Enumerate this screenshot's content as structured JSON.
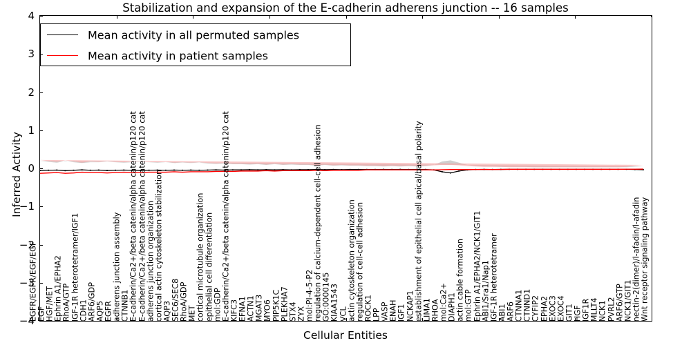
{
  "chart_data": {
    "type": "line",
    "title": "Stabilization and expansion of the E-cadherin adherens junction -- 16 samples",
    "xlabel": "Cellular Entities",
    "ylabel": "Inferred Activity",
    "ylim": [
      -4,
      4
    ],
    "yticks": [
      "4",
      "3",
      "2",
      "1",
      "0",
      "-1",
      "-2",
      "-3",
      "-4"
    ],
    "grid": false,
    "legend_position": "upper left",
    "legend": [
      {
        "label": "Mean activity in all permuted samples",
        "color": "#000000"
      },
      {
        "label": "Mean activity in patient samples",
        "color": "#ff0000"
      }
    ],
    "categories": [
      "EGFR/EGFR/EGF/EGF",
      "EGF",
      "HGF/MET",
      "Ephrin A1/EPHA2",
      "RhoA/GTP",
      "IGF-1R heterotetramer/IGF1",
      "CDH1",
      "ARF6/GDP",
      "AQP5",
      "EGFR",
      "adherens junction assembly",
      "CTNNB1",
      "E-cadherin/Ca2+/beta catenin/alpha catenin/p120 cat",
      "E-cadherin/Ca2+/beta catenin/alpha catenin/p120 cat",
      "adherens junction organization",
      "cortical actin cytoskeleton stabilization",
      "AQP3",
      "SEC6/SEC8",
      "RhoA/GDP",
      "MET",
      "cortical microtubule organization",
      "epithelial cell differentiation",
      "mol:GDP",
      "E-cadherin/Ca2+/beta catenin/alpha catenin/p120 cat",
      "KIFC3",
      "EFNA1",
      "ACTN1",
      "MGAT3",
      "MYO6",
      "PIP5K1C",
      "PLEKHA7",
      "STX4",
      "ZYX",
      "mol:PI-4-5-P2",
      "regulation of calcium-dependent cell-cell adhesion",
      "GO:0000145",
      "KIAA1543",
      "VCL",
      "actin cytoskeleton organization",
      "regulation of cell-cell adhesion",
      "ROCK1",
      "LPP",
      "VASP",
      "ENAH",
      "IGF1",
      "NCKAP1",
      "establishment of epithelial cell apical/basal polarity",
      "LIMA1",
      "RHOA",
      "mol:Ca2+",
      "DIAPH1",
      "actin cable formation",
      "mol:GTP",
      "Ephrin A1/EPHA2/NCK1/GIT1",
      "ABI1/Sra1/Nap1",
      "IGF-1R heterotetramer",
      "ABI1",
      "ARF6",
      "CTNNA1",
      "CTNND1",
      "CYFIP2",
      "EPHA2",
      "EXOC3",
      "EXOC4",
      "GIT1",
      "HGF",
      "IGF1R",
      "MLLT4",
      "NCK1",
      "PVRL2",
      "ARF6/GTP",
      "NCK1/GIT1",
      "nectin-2(dimer)/l-afadin/l-afadin",
      "Wnt receptor signaling pathway"
    ],
    "series": [
      {
        "name": "Mean activity in all permuted samples",
        "color": "#000000",
        "band_color": "#bfbfbf",
        "values": [
          -0.055,
          -0.05,
          -0.045,
          -0.06,
          -0.05,
          -0.04,
          -0.05,
          -0.045,
          -0.055,
          -0.05,
          -0.045,
          -0.05,
          -0.055,
          -0.05,
          -0.045,
          -0.05,
          -0.045,
          -0.05,
          -0.045,
          -0.05,
          -0.045,
          -0.04,
          -0.045,
          -0.04,
          -0.04,
          -0.035,
          -0.04,
          -0.035,
          -0.04,
          -0.035,
          -0.04,
          -0.035,
          -0.035,
          -0.03,
          -0.035,
          -0.03,
          -0.035,
          -0.03,
          -0.03,
          -0.03,
          -0.03,
          -0.028,
          -0.03,
          -0.028,
          -0.03,
          -0.028,
          -0.03,
          -0.04,
          -0.09,
          -0.12,
          -0.07,
          -0.04,
          -0.03,
          -0.028,
          -0.03,
          -0.028,
          -0.025,
          -0.025,
          -0.025,
          -0.025,
          -0.025,
          -0.025,
          -0.025,
          -0.025,
          -0.025,
          -0.025,
          -0.025,
          -0.025,
          -0.025,
          -0.025,
          -0.025,
          -0.03,
          -0.035
        ],
        "band_lower": [
          -0.3,
          -0.26,
          -0.24,
          -0.3,
          -0.26,
          -0.22,
          -0.26,
          -0.25,
          -0.27,
          -0.25,
          -0.24,
          -0.26,
          -0.27,
          -0.25,
          -0.23,
          -0.25,
          -0.22,
          -0.24,
          -0.22,
          -0.24,
          -0.21,
          -0.19,
          -0.21,
          -0.18,
          -0.18,
          -0.16,
          -0.17,
          -0.15,
          -0.17,
          -0.14,
          -0.16,
          -0.14,
          -0.14,
          -0.12,
          -0.14,
          -0.12,
          -0.13,
          -0.12,
          -0.12,
          -0.11,
          -0.11,
          -0.1,
          -0.11,
          -0.1,
          -0.11,
          -0.1,
          -0.11,
          -0.14,
          -0.26,
          -0.3,
          -0.22,
          -0.14,
          -0.1,
          -0.09,
          -0.09,
          -0.08,
          -0.07,
          -0.07,
          -0.07,
          -0.06,
          -0.06,
          -0.06,
          -0.06,
          -0.06,
          -0.06,
          -0.06,
          -0.06,
          -0.06,
          -0.06,
          -0.06,
          -0.06,
          -0.07,
          -0.09
        ],
        "band_upper": [
          0.19,
          0.17,
          0.15,
          0.19,
          0.16,
          0.14,
          0.16,
          0.16,
          0.17,
          0.16,
          0.15,
          0.16,
          0.17,
          0.16,
          0.15,
          0.16,
          0.14,
          0.15,
          0.14,
          0.15,
          0.13,
          0.12,
          0.13,
          0.11,
          0.11,
          0.1,
          0.11,
          0.09,
          0.11,
          0.09,
          0.1,
          0.09,
          0.09,
          0.07,
          0.09,
          0.07,
          0.08,
          0.07,
          0.07,
          0.06,
          0.06,
          0.05,
          0.06,
          0.05,
          0.06,
          0.05,
          0.06,
          0.09,
          0.18,
          0.21,
          0.15,
          0.09,
          0.06,
          0.05,
          0.05,
          0.04,
          0.04,
          0.04,
          0.04,
          0.03,
          0.03,
          0.03,
          0.03,
          0.03,
          0.03,
          0.03,
          0.03,
          0.03,
          0.03,
          0.03,
          0.03,
          0.04,
          0.05
        ]
      },
      {
        "name": "Mean activity in patient samples",
        "color": "#ff0000",
        "band_color": "#f5a3a3",
        "values": [
          -0.13,
          -0.12,
          -0.11,
          -0.13,
          -0.12,
          -0.1,
          -0.11,
          -0.11,
          -0.12,
          -0.11,
          -0.1,
          -0.11,
          -0.11,
          -0.1,
          -0.1,
          -0.1,
          -0.09,
          -0.1,
          -0.09,
          -0.09,
          -0.09,
          -0.08,
          -0.08,
          -0.08,
          -0.07,
          -0.07,
          -0.07,
          -0.06,
          -0.07,
          -0.06,
          -0.06,
          -0.06,
          -0.06,
          -0.05,
          -0.06,
          -0.05,
          -0.05,
          -0.05,
          -0.05,
          -0.04,
          -0.04,
          -0.04,
          -0.04,
          -0.04,
          -0.04,
          -0.04,
          -0.04,
          -0.04,
          -0.035,
          -0.03,
          -0.03,
          -0.03,
          -0.03,
          -0.028,
          -0.03,
          -0.028,
          -0.025,
          -0.025,
          -0.025,
          -0.025,
          -0.025,
          -0.025,
          -0.025,
          -0.025,
          -0.025,
          -0.025,
          -0.025,
          -0.025,
          -0.025,
          -0.025,
          -0.022,
          -0.022,
          -0.02
        ],
        "band_lower": [
          -0.48,
          -0.42,
          -0.38,
          -0.47,
          -0.41,
          -0.34,
          -0.4,
          -0.39,
          -0.42,
          -0.38,
          -0.36,
          -0.4,
          -0.42,
          -0.38,
          -0.35,
          -0.38,
          -0.33,
          -0.36,
          -0.33,
          -0.36,
          -0.31,
          -0.28,
          -0.31,
          -0.27,
          -0.27,
          -0.24,
          -0.26,
          -0.22,
          -0.26,
          -0.21,
          -0.24,
          -0.21,
          -0.21,
          -0.18,
          -0.21,
          -0.18,
          -0.19,
          -0.18,
          -0.18,
          -0.16,
          -0.16,
          -0.15,
          -0.16,
          -0.15,
          -0.16,
          -0.15,
          -0.16,
          -0.17,
          -0.18,
          -0.17,
          -0.15,
          -0.13,
          -0.11,
          -0.1,
          -0.1,
          -0.09,
          -0.08,
          -0.08,
          -0.08,
          -0.07,
          -0.07,
          -0.07,
          -0.07,
          -0.07,
          -0.07,
          -0.07,
          -0.07,
          -0.07,
          -0.07,
          -0.07,
          -0.07,
          -0.1,
          -0.13
        ],
        "band_upper": [
          0.22,
          0.19,
          0.17,
          0.21,
          0.18,
          0.15,
          0.18,
          0.17,
          0.19,
          0.17,
          0.16,
          0.18,
          0.19,
          0.17,
          0.16,
          0.17,
          0.15,
          0.16,
          0.15,
          0.16,
          0.14,
          0.13,
          0.14,
          0.12,
          0.12,
          0.11,
          0.12,
          0.1,
          0.12,
          0.1,
          0.11,
          0.1,
          0.1,
          0.08,
          0.1,
          0.08,
          0.09,
          0.08,
          0.08,
          0.07,
          0.07,
          0.06,
          0.07,
          0.06,
          0.07,
          0.06,
          0.07,
          0.08,
          0.09,
          0.09,
          0.08,
          0.06,
          0.05,
          0.04,
          0.04,
          0.04,
          0.03,
          0.03,
          0.03,
          0.03,
          0.03,
          0.03,
          0.03,
          0.03,
          0.03,
          0.03,
          0.03,
          0.03,
          0.03,
          0.03,
          0.04,
          0.07,
          0.09
        ]
      }
    ]
  }
}
